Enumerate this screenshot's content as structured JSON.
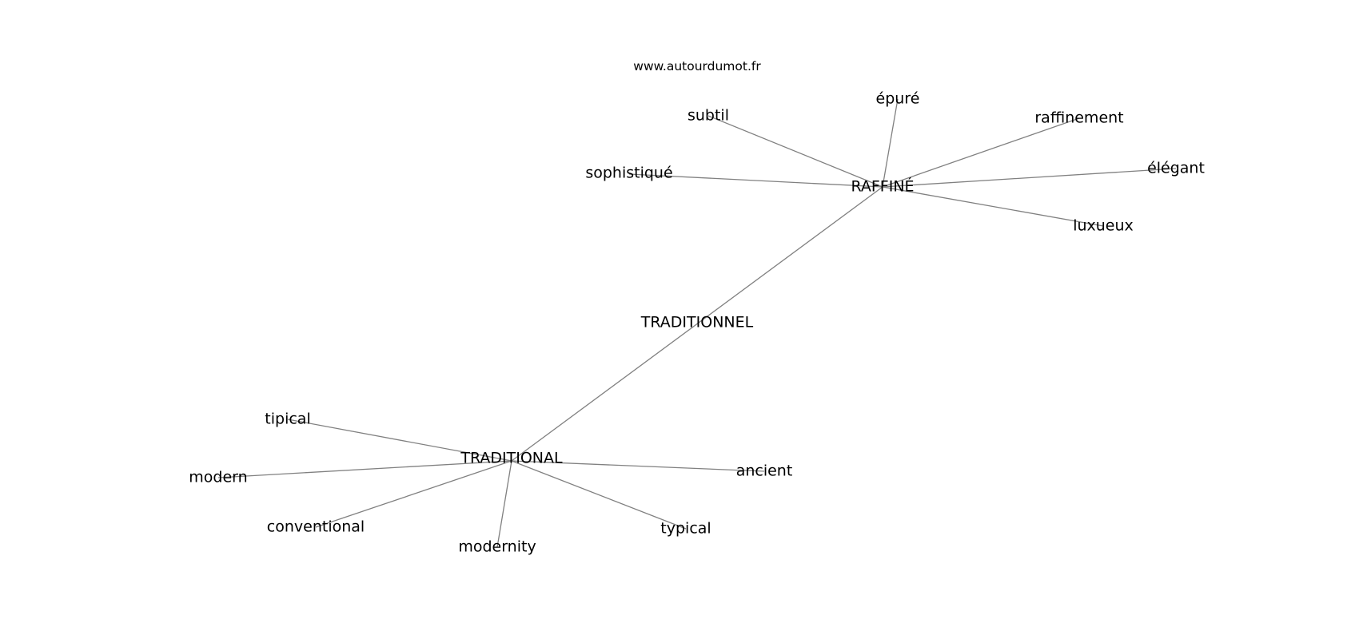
{
  "source": "www.autourdumot.fr",
  "nodes": [
    {
      "id": "traditionnel",
      "label": "TRADITIONNEL"
    },
    {
      "id": "raffine",
      "label": "RAFFINÉ"
    },
    {
      "id": "traditional",
      "label": "TRADITIONAL"
    },
    {
      "id": "subtil",
      "label": "subtil"
    },
    {
      "id": "epure",
      "label": "épuré"
    },
    {
      "id": "raffinement",
      "label": "raffinement"
    },
    {
      "id": "sophistique",
      "label": "sophistiqué"
    },
    {
      "id": "elegant",
      "label": "élégant"
    },
    {
      "id": "luxueux",
      "label": "luxueux"
    },
    {
      "id": "tipical",
      "label": "tipical"
    },
    {
      "id": "modern",
      "label": "modern"
    },
    {
      "id": "conventional",
      "label": "conventional"
    },
    {
      "id": "modernity",
      "label": "modernity"
    },
    {
      "id": "typical",
      "label": "typical"
    },
    {
      "id": "ancient",
      "label": "ancient"
    }
  ],
  "edges": [
    [
      "raffine",
      "traditional"
    ],
    [
      "raffine",
      "subtil"
    ],
    [
      "raffine",
      "epure"
    ],
    [
      "raffine",
      "raffinement"
    ],
    [
      "raffine",
      "sophistique"
    ],
    [
      "raffine",
      "elegant"
    ],
    [
      "raffine",
      "luxueux"
    ],
    [
      "traditional",
      "tipical"
    ],
    [
      "traditional",
      "modern"
    ],
    [
      "traditional",
      "conventional"
    ],
    [
      "traditional",
      "modernity"
    ],
    [
      "traditional",
      "typical"
    ],
    [
      "traditional",
      "ancient"
    ]
  ]
}
